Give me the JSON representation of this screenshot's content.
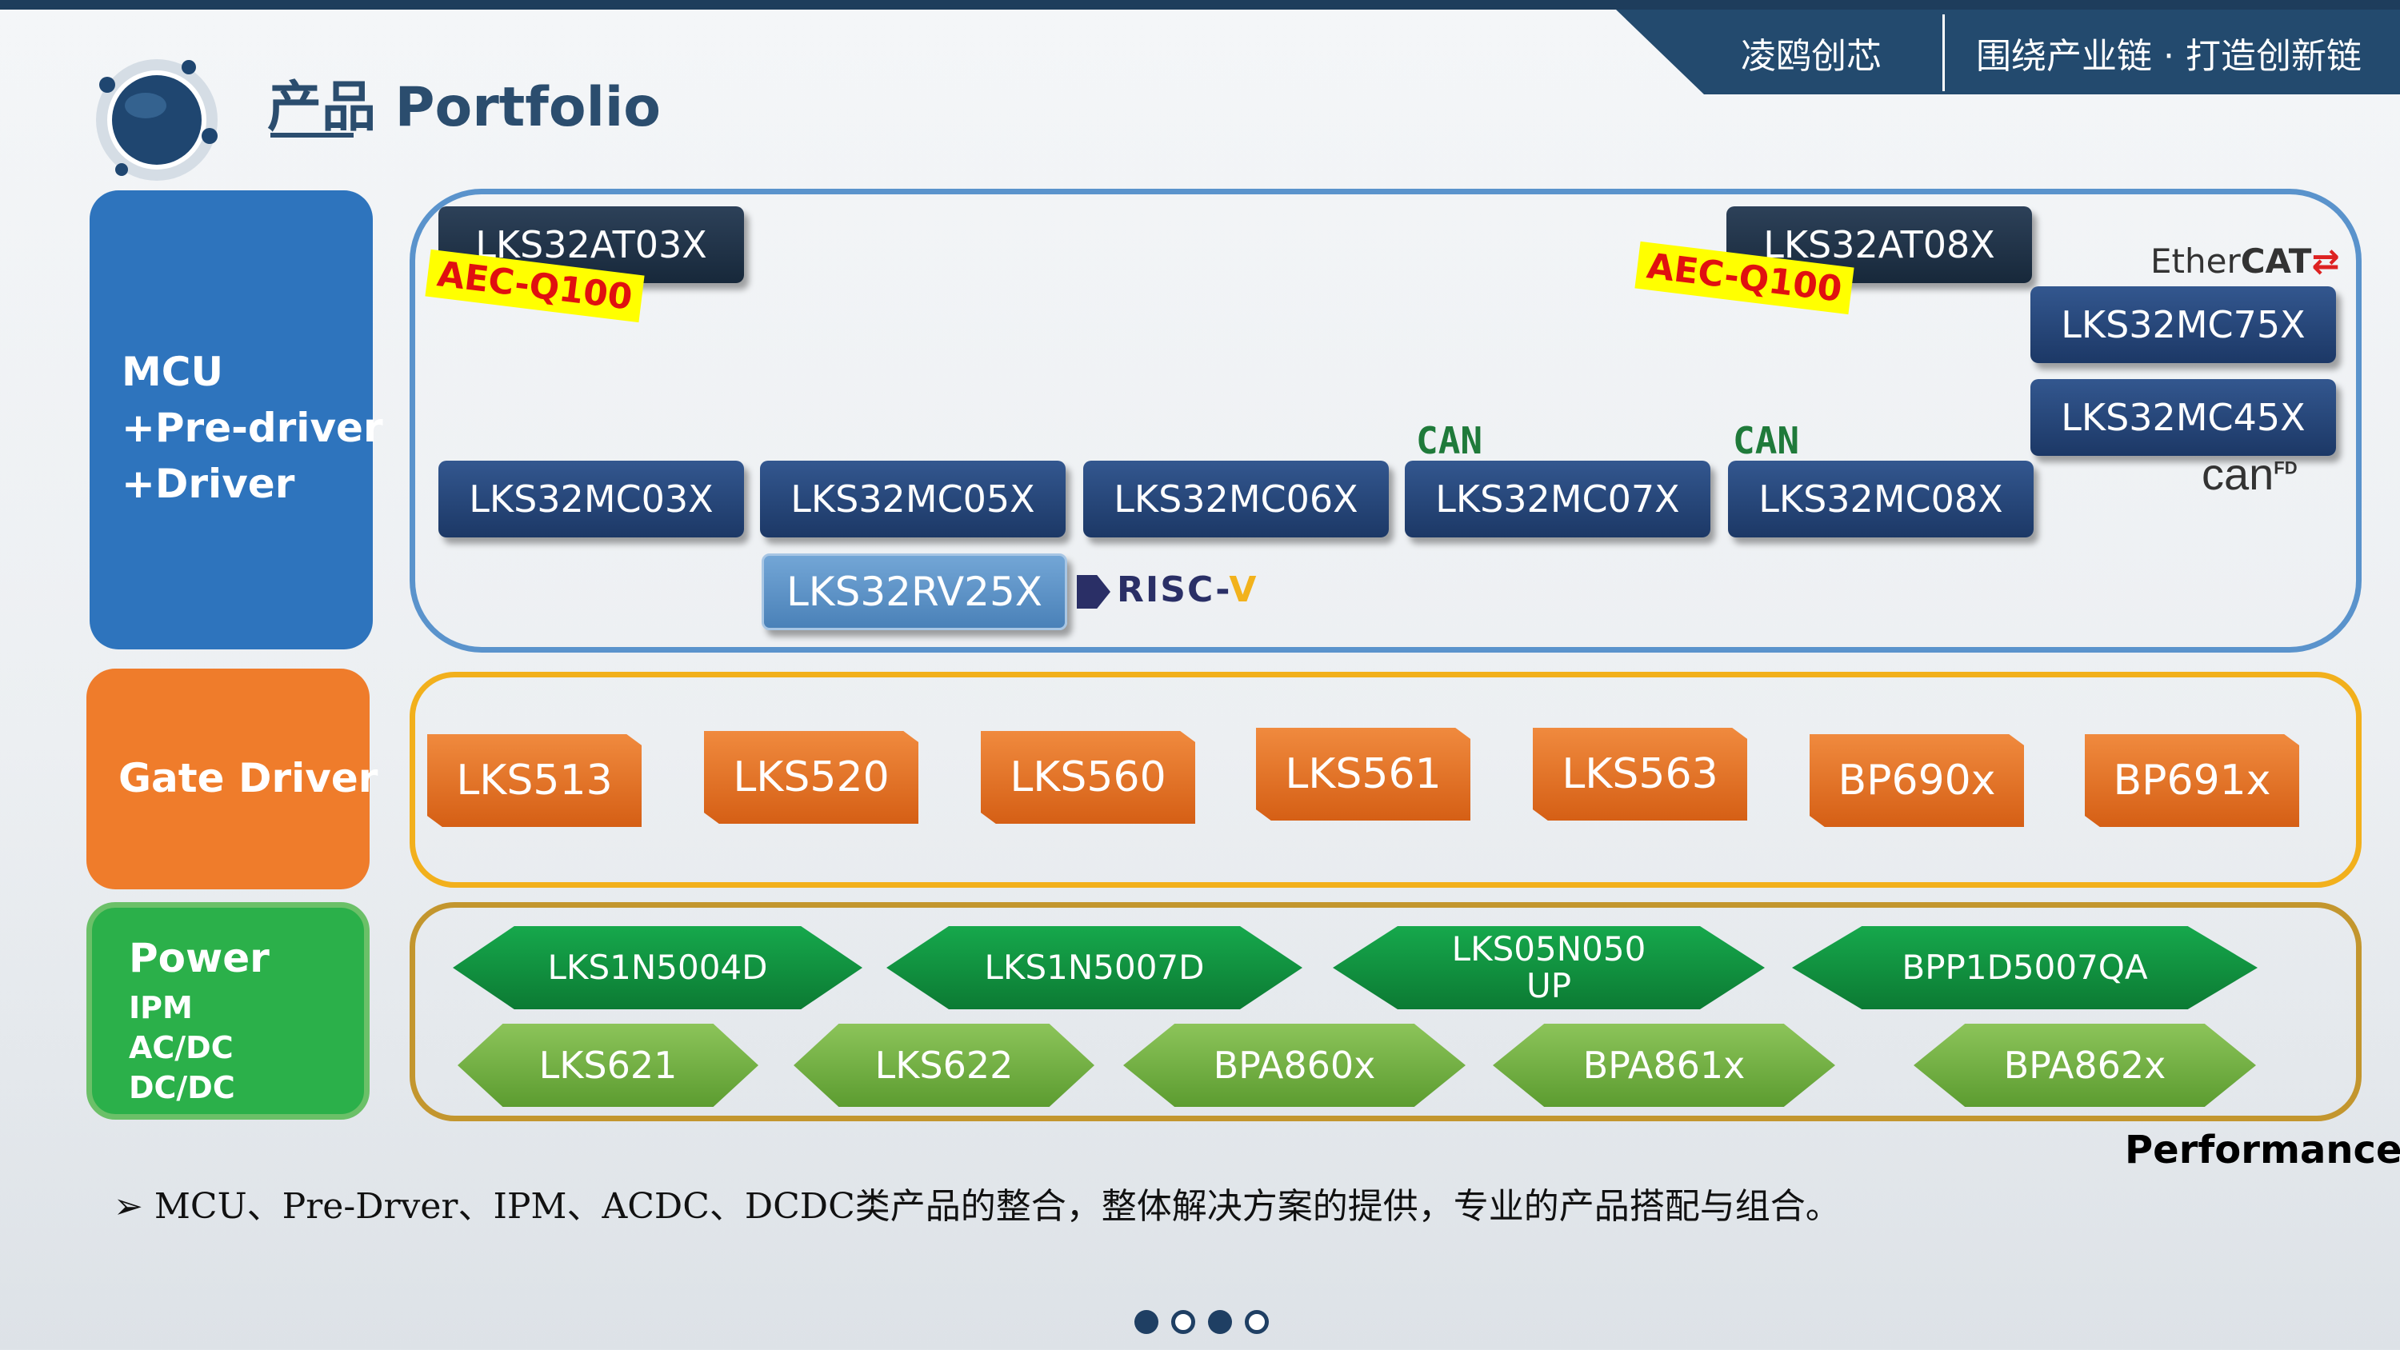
{
  "header": {
    "company": "凌鸥创芯",
    "slogan": "围绕产业链 · 打造创新链"
  },
  "title": "产品 Portfolio",
  "categories": {
    "mcu": [
      "MCU",
      "+Pre-driver",
      "+Driver"
    ],
    "gate": "Gate Driver",
    "power": {
      "main": "Power",
      "sub": [
        "IPM",
        "AC/DC",
        "DC/DC"
      ]
    }
  },
  "mcu_chips": {
    "at03": "LKS32AT03X",
    "at08": "LKS32AT08X",
    "mc75": "LKS32MC75X",
    "mc45": "LKS32MC45X",
    "mc03": "LKS32MC03X",
    "mc05": "LKS32MC05X",
    "mc06": "LKS32MC06X",
    "mc07": "LKS32MC07X",
    "mc08": "LKS32MC08X",
    "rv25": "LKS32RV25X"
  },
  "badges": {
    "aec": "AEC-Q100",
    "can": "CAN",
    "ethercat_a": "Ether",
    "ethercat_b": "CAT",
    "canfd": "can",
    "canfd_sup": "FD",
    "riscv_a": "RISC-",
    "riscv_b": "V"
  },
  "gate_drivers": [
    "LKS513",
    "LKS520",
    "LKS560",
    "LKS561",
    "LKS563",
    "BP690x",
    "BP691x"
  ],
  "power_row1": [
    "LKS1N5004D",
    "LKS1N5007D",
    "LKS05N050UP",
    "BPP1D5007QA"
  ],
  "power_row2": [
    "LKS621",
    "LKS622",
    "BPA860x",
    "BPA861x",
    "BPA862x"
  ],
  "axis_label": "Performance",
  "bullet": "➢ MCU、Pre-Drver、IPM、ACDC、DCDC类产品的整合，整体解决方案的提供，专业的产品搭配与组合。",
  "colors": {
    "mcu": "#2e74bd",
    "gate": "#ef7c2b",
    "power": "#2bb04a",
    "navy": "#1e3d5c"
  },
  "pagination": {
    "total": 4,
    "active": [
      1,
      3
    ]
  }
}
